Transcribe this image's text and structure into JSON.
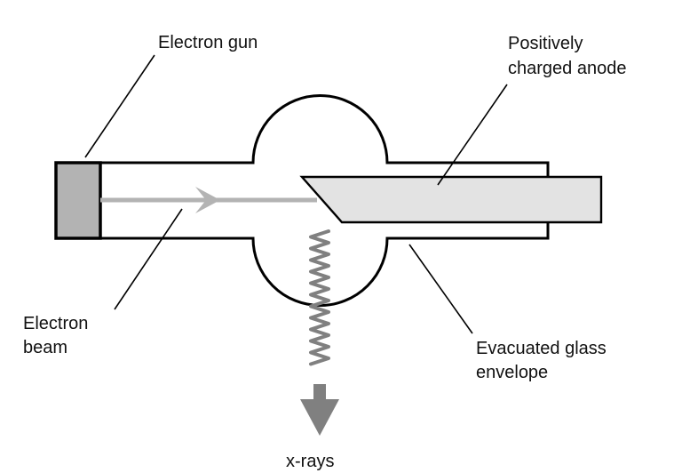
{
  "diagram": {
    "title": "X-ray tube schematic",
    "labels": {
      "electron_gun": "Electron gun",
      "anode_line1": "Positively",
      "anode_line2": "charged anode",
      "beam_line1": "Electron",
      "beam_line2": "beam",
      "envelope_line1": "Evacuated glass",
      "envelope_line2": "envelope",
      "xrays": "x-rays"
    },
    "colors": {
      "outline": "#000000",
      "gun_fill": "#b3b3b3",
      "anode_fill": "#e3e3e3",
      "beam": "#b3b3b3",
      "xray_wave": "#808080",
      "text": "#111111",
      "background": "#ffffff"
    }
  }
}
